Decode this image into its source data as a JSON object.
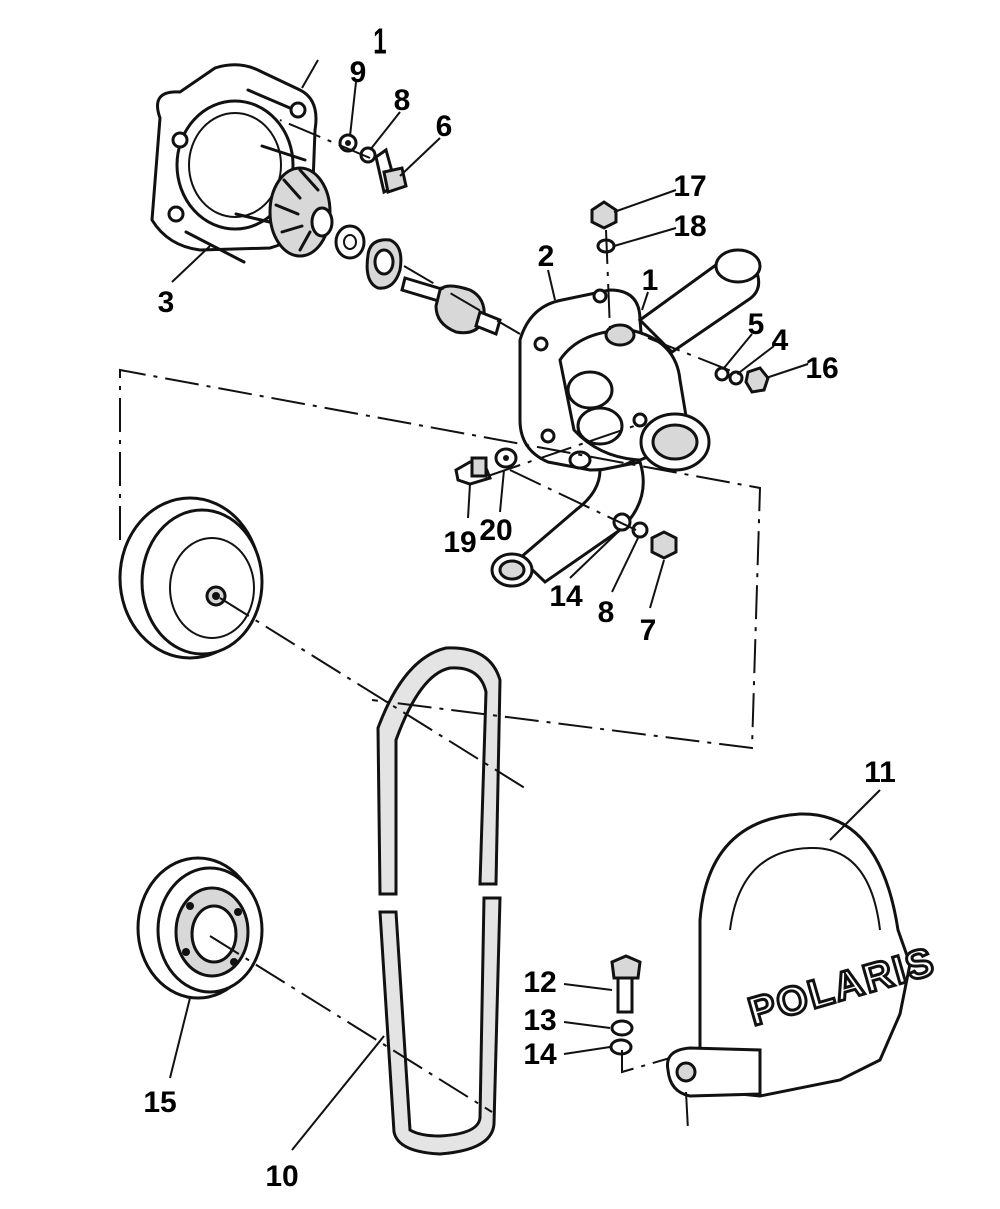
{
  "diagram": {
    "colors": {
      "ink": "#111111",
      "paper": "#ffffff",
      "belt_fill": "#e4e4e4"
    },
    "callouts": {
      "c1a": "1",
      "c1b": "1",
      "c2": "2",
      "c3": "3",
      "c4": "4",
      "c5": "5",
      "c6": "6",
      "c7": "7",
      "c8a": "8",
      "c8b": "8",
      "c9": "9",
      "c10": "10",
      "c11": "11",
      "c12": "12",
      "c13": "13",
      "c14a": "14",
      "c14b": "14",
      "c15": "15",
      "c16": "16",
      "c17": "17",
      "c18": "18",
      "c19": "19",
      "c20": "20"
    },
    "cover_logo": "POLARIS"
  }
}
